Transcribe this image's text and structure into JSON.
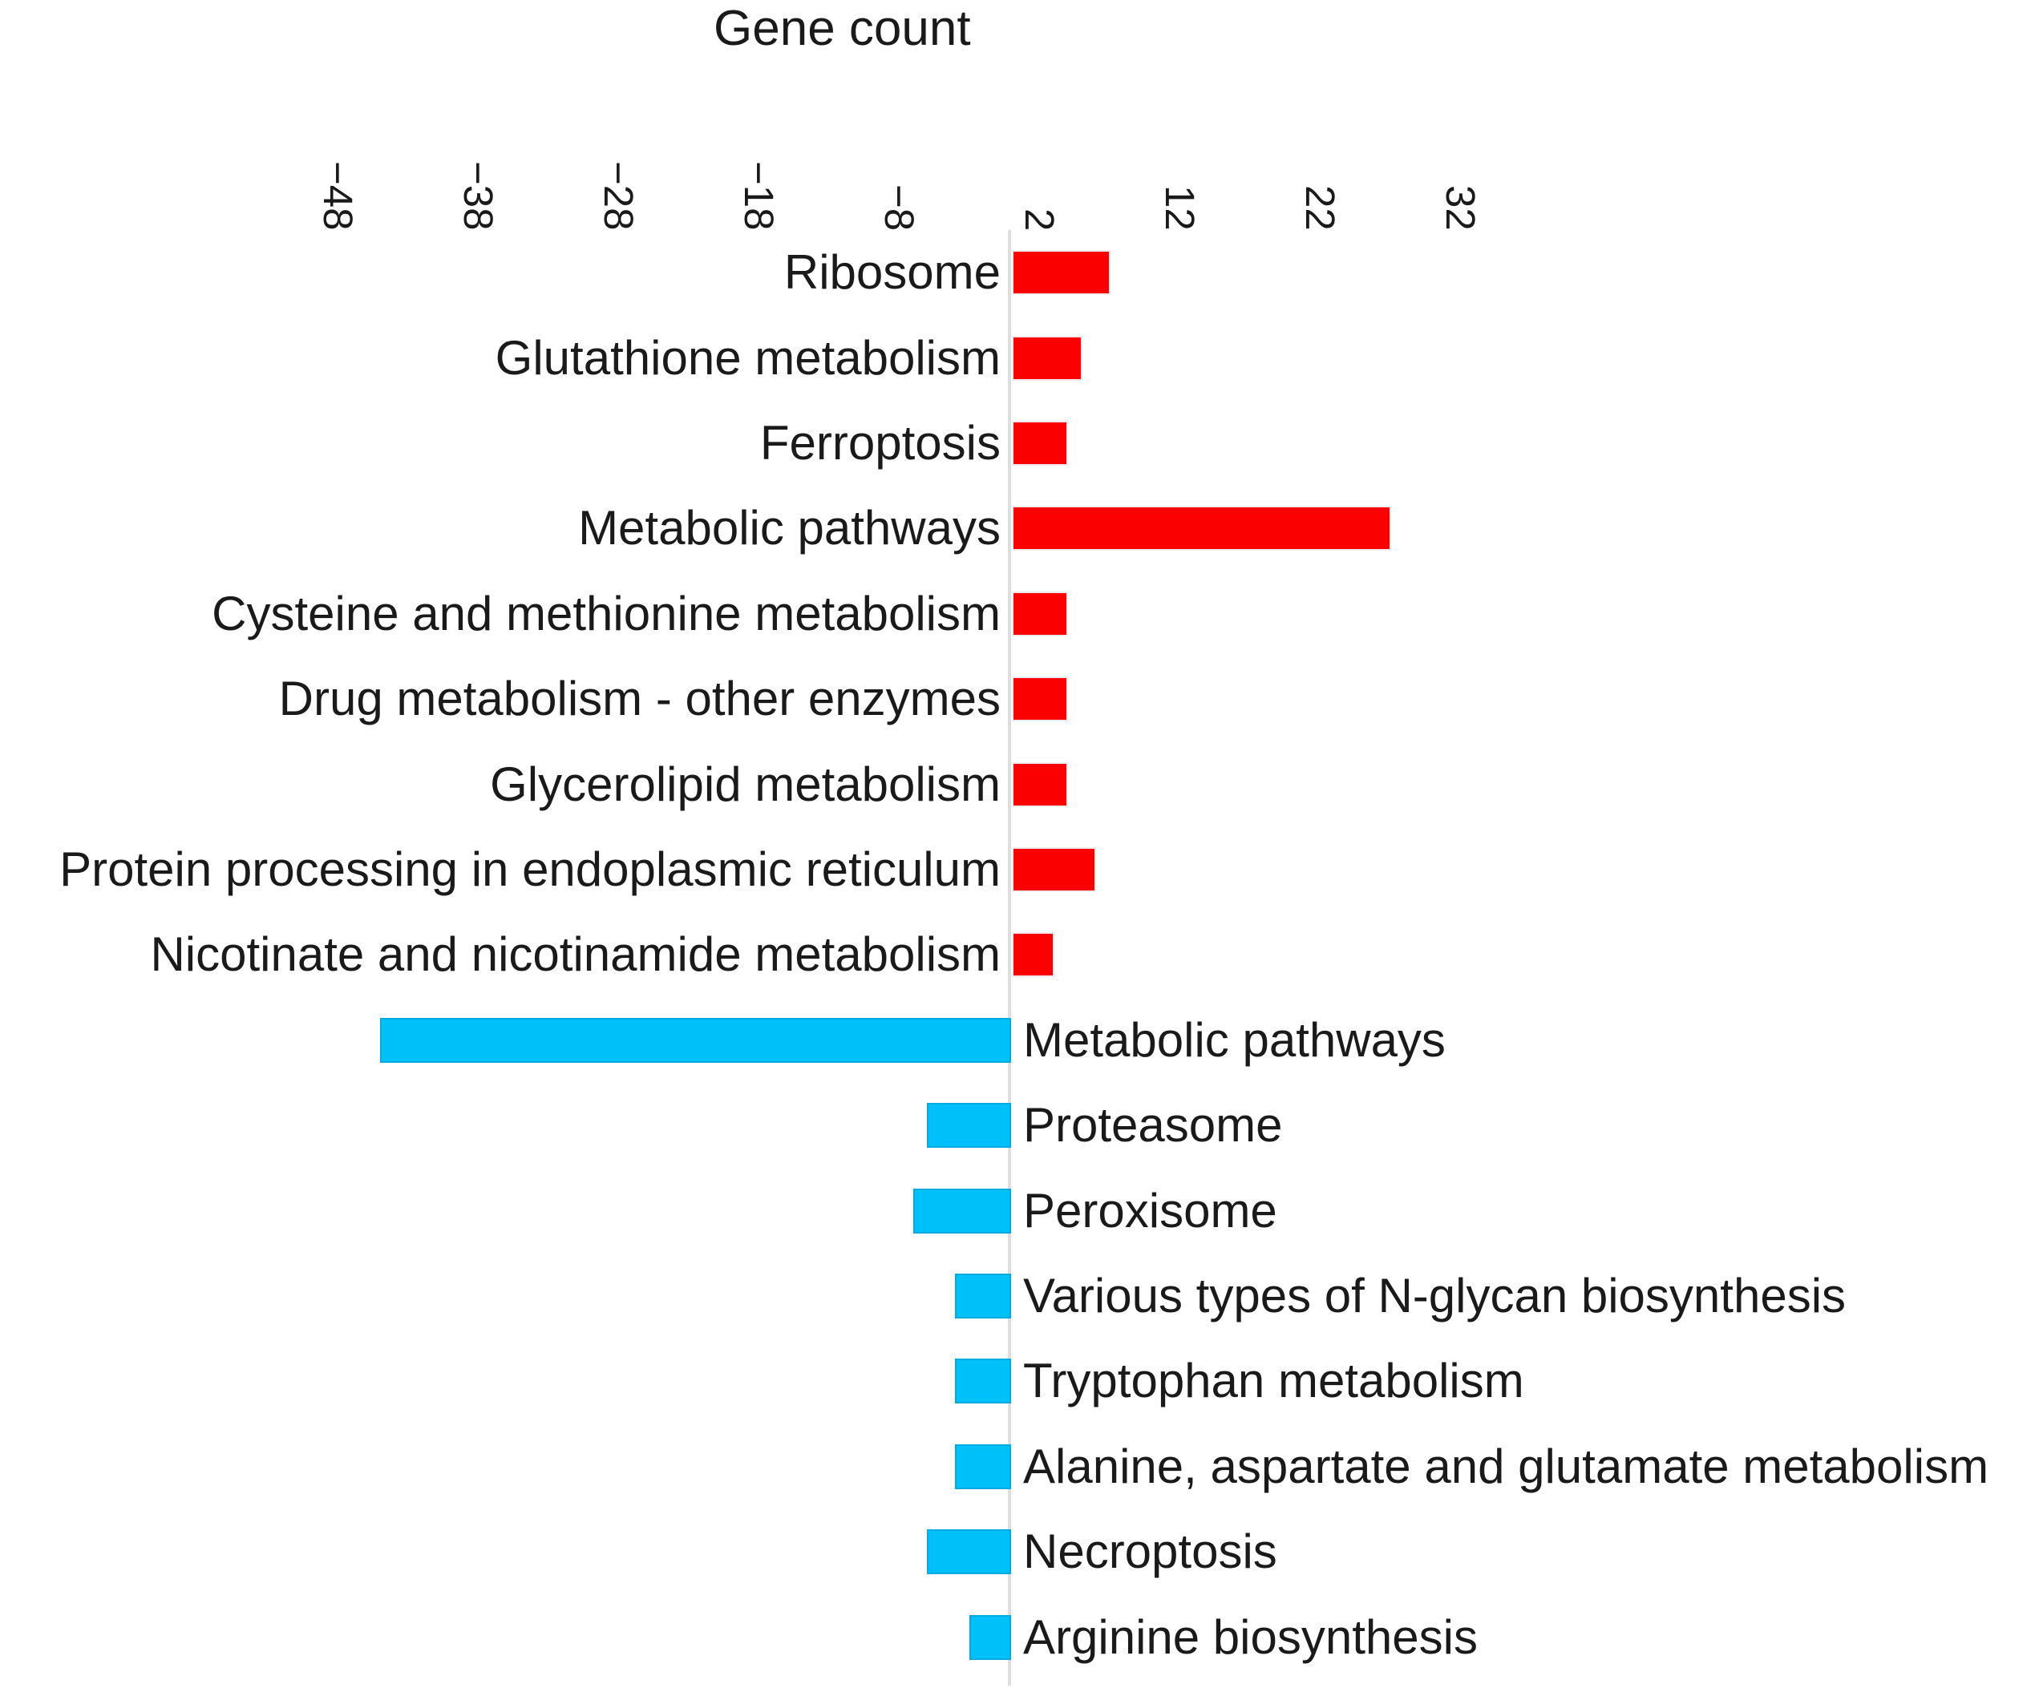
{
  "header": {
    "title": "Gene count"
  },
  "axis": {
    "tick_labels": [
      "−48",
      "−38",
      "−28",
      "−18",
      "−8",
      "2",
      "12",
      "22",
      "32"
    ],
    "tick_values": [
      -48,
      -38,
      -28,
      -18,
      -8,
      2,
      12,
      22,
      32
    ]
  },
  "style": {
    "up_color": "#fa0000",
    "up_border": "#ececec",
    "down_color": "#00c0fa",
    "down_border": "#00a9e0",
    "axis_line_color": "#dedede",
    "text_color": "#1a1a1a",
    "background": "#ffffff"
  },
  "chart_data": {
    "type": "bar",
    "orientation": "horizontal",
    "title": "Gene count",
    "xlabel": "Gene count",
    "ylabel": "",
    "xlim": [
      -55,
      38
    ],
    "grid": false,
    "legend": false,
    "tick_values": [
      -48,
      -38,
      -28,
      -18,
      -8,
      2,
      12,
      22,
      32
    ],
    "bars": [
      {
        "label": "Ribosome",
        "value": 7,
        "group": "up"
      },
      {
        "label": "Glutathione metabolism",
        "value": 5,
        "group": "up"
      },
      {
        "label": "Ferroptosis",
        "value": 4,
        "group": "up"
      },
      {
        "label": "Metabolic pathways",
        "value": 27,
        "group": "up"
      },
      {
        "label": "Cysteine and methionine metabolism",
        "value": 4,
        "group": "up"
      },
      {
        "label": "Drug metabolism - other enzymes",
        "value": 4,
        "group": "up"
      },
      {
        "label": "Glycerolipid metabolism",
        "value": 4,
        "group": "up"
      },
      {
        "label": "Protein processing in endoplasmic reticulum",
        "value": 6,
        "group": "up"
      },
      {
        "label": "Nicotinate and nicotinamide metabolism",
        "value": 3,
        "group": "up"
      },
      {
        "label": "Metabolic pathways",
        "value": -45,
        "group": "down"
      },
      {
        "label": "Proteasome",
        "value": -6,
        "group": "down"
      },
      {
        "label": "Peroxisome",
        "value": -7,
        "group": "down"
      },
      {
        "label": "Various types of N-glycan biosynthesis",
        "value": -4,
        "group": "down"
      },
      {
        "label": "Tryptophan metabolism",
        "value": -4,
        "group": "down"
      },
      {
        "label": "Alanine, aspartate and glutamate metabolism",
        "value": -4,
        "group": "down"
      },
      {
        "label": "Necroptosis",
        "value": -6,
        "group": "down"
      },
      {
        "label": "Arginine biosynthesis",
        "value": -3,
        "group": "down"
      }
    ]
  }
}
